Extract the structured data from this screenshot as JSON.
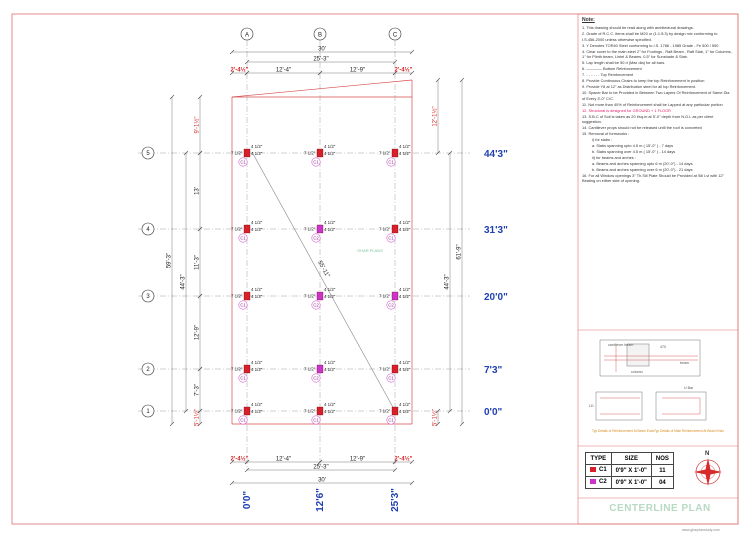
{
  "grid": {
    "letters": [
      "A",
      "B",
      "C"
    ],
    "numbers": [
      "1",
      "2",
      "3",
      "4",
      "5"
    ]
  },
  "dims": {
    "top_overall": "30'",
    "top_sub": "25'-3\"",
    "top_segments": [
      "2'-4½\"",
      "12'-4\"",
      "12'-9\"",
      "2'-4½\""
    ],
    "bottom_overall": "30'",
    "bottom_sub": "25'-3\"",
    "bottom_segments": [
      "2'-4½\"",
      "12'-4\"",
      "12'-9\"",
      "2'-4½\""
    ],
    "left_overall": "59'-3\"",
    "left_inner": "44'-3\"",
    "left_segments": [
      "9'-1½\"",
      "13'",
      "11'-3\"",
      "12'-9\"",
      "7'-3\"",
      "5'-1½\""
    ],
    "right_overall": "61'-9\"",
    "right_inner": "44'-3\"",
    "right_segments": [
      "12'-1½\"",
      "5'-1½\""
    ],
    "diagonal": "55'-11\""
  },
  "right_levels": [
    "44'3\"",
    "31'3\"",
    "20'0\"",
    "7'3\"",
    "0'0\""
  ],
  "bottom_levels": [
    "0'0\"",
    "12'6\"",
    "25'3\""
  ],
  "column_labels": {
    "c1": "C1",
    "c2": "C2",
    "a": "4 1/2\"",
    "b": "7 1/2\""
  },
  "watermark": "GHAR PLANS",
  "notes": {
    "title": "Note:",
    "items": [
      "1.  This drawing should be read along with architectural drawings.",
      "2.  Grade of R.C.C. items shall be M20 or (1:1.5:3) by design mix conforming to I.S.456-2000 unless otherwise specified.",
      "3.  Y Denotes TOR40 Steel conforming to I.S. 1786 - 1985 Grade - Fe 500 / 550",
      "4.  Clear cover to the main steel 2\" for Footings , Raft Beam , Raft Slab, 1\" for Columns, 1\" for Plinth beam, Lintel & Beams. 0.5\" for Sunshade & Slab.",
      "5.  Lap length shall be 50 d (Max dia) for all bars.",
      "6.  ———— Bottom Reinforcement",
      "7.  - - - - - - Top Reinforcement",
      "8.  Provide Continuous Chairs to keep the top Reinforcement in position",
      "9.  Provide Y8 at 12\" as Distribution steel for all top Reinforcement.",
      "10. Spacer Bar to be Provided in Between Two Layers Of Reinforcement of Same Dia of Every 3'-0\" C/C.",
      "11. Not more than 40% of Reinforcement shall be Lapped at any particular portion",
      "12. Structural is designed for GROUND + 1 FLOOR",
      "13. S.B.C of Soil is taken as 20 t/sq.m at 5'-0\" depth from N.G.L as per client suggestion.",
      "14. Cantilever props should not be released until the roof is concreted",
      "15. Removal of formworks :",
      "i) for slabs :",
      "a. Slabs spanning upto 4.5 m ( 15'-0\" ) - 7 days",
      "b. Slabs spanning over 4.5 m ( 15'-0\" ) - 14 days",
      "ii) for beams and arches :",
      "a. Beams and arches spanning upto 6 m (20'-0\") - 14 days",
      "b. Beams and arches spanning over 6 m (20'-0\") - 21 days",
      "16. For all Window openings 3\" Th.Sill Plate Should be Provided at Sill Lvl with 12\" Beating on either side of opening."
    ]
  },
  "details": {
    "cantilever_beam": "cantilever beam",
    "column": "column",
    "beam": "beam",
    "size_a": "470",
    "size_b": "LD",
    "u_bars": "U Bar",
    "caption_left": "Typ Details of Reinforcement At Beam Ends",
    "caption_right": "Typ Details of Main Reinforcement At Beam Ends"
  },
  "schedule": {
    "headers": [
      "TYPE",
      "SIZE",
      "NOS"
    ],
    "rows": [
      {
        "type": "C1",
        "size": "0'9\" X 1'-0\"",
        "nos": "11",
        "color": "#d8202a"
      },
      {
        "type": "C2",
        "size": "0'9\" X 1'-0\"",
        "nos": "04",
        "color": "#cc33cc"
      }
    ]
  },
  "compass_n": "N",
  "title": "CENTERLINE PLAN",
  "footer_url": "www.gharplanstudy.com"
}
